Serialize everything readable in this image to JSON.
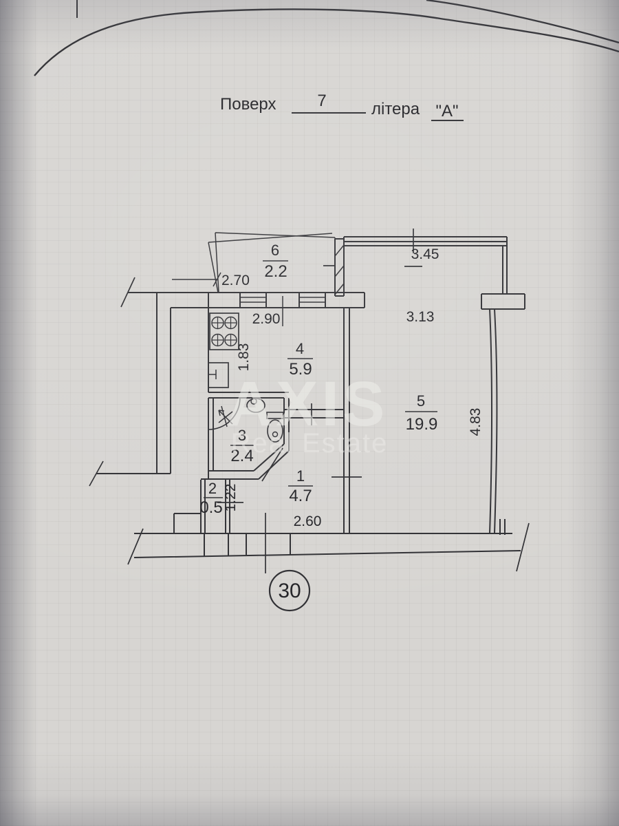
{
  "page": {
    "header": {
      "floor_label": "Поверх",
      "floor_value": "7",
      "letter_label": "літера",
      "letter_value": "\"А\""
    },
    "apartment_number": "30",
    "watermark": {
      "line1": "AXIS",
      "line2": "Real Estate"
    },
    "colors": {
      "paper": "#d7d5d2",
      "ink": "#2f2f33",
      "watermark": "#edece8"
    }
  },
  "plan": {
    "rooms": [
      {
        "number": "1",
        "area": "4.7"
      },
      {
        "number": "2",
        "area": "0.5"
      },
      {
        "number": "3",
        "area": "2.4"
      },
      {
        "number": "4",
        "area": "5.9"
      },
      {
        "number": "5",
        "area": "19.9"
      },
      {
        "number": "6",
        "area": "2.2"
      }
    ],
    "dimensions": {
      "balcony_width": "2.70",
      "kitchen_width": "2.90",
      "kitchen_depth": "1.83",
      "loggia_width": "3.45",
      "room5_width": "3.13",
      "room5_depth": "4.83",
      "closet_depth": "1.22",
      "hall_width": "2.60"
    }
  }
}
